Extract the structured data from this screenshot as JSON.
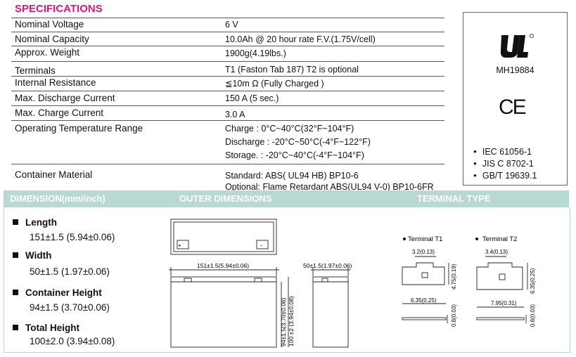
{
  "title": "SPECIFICATIONS",
  "specs": [
    {
      "key": "Nominal Voltage",
      "value": "6 V"
    },
    {
      "key": "Nominal Capacity",
      "value": "10.0Ah @ 20 hour rate F.V.(1.75V/cell)"
    },
    {
      "key": "Approx. Weight",
      "value": "1900g(4.19lbs.)"
    },
    {
      "key": "Terminals",
      "value": "T1 (Faston Tab 187) T2 is optional"
    },
    {
      "key": "Internal Resistance",
      "value": "≦10m Ω  (Fully Charged )"
    },
    {
      "key": "Max. Discharge Current",
      "value": "150 A (5 sec.)"
    },
    {
      "key": "Max. Charge Current",
      "value": "3.0 A"
    }
  ],
  "temperature": {
    "key": "Operating Temperature Range",
    "lines": [
      "Charge : 0°C~40°C(32°F~104°F)",
      "Discharge : -20°C~50°C(-4°F~122°F)",
      "Storage. : -20°C~40°C(-4°F~104°F)"
    ]
  },
  "container": {
    "key": "Container Material",
    "lines": [
      "Standard: ABS( UL94 HB)     BP10-6",
      "Optional: Flame Retardant ABS(UL94 V-0)  BP10-6FR"
    ]
  },
  "cert": {
    "ul_code": "MH19884",
    "ce": "CE",
    "standards": [
      "IEC 61056-1",
      "JIS C 8702-1",
      "GB/T 19639.1"
    ]
  },
  "sections": {
    "dimension": "DIMENSION(mm/inch)",
    "outer": "OUTER DIMENSIONS",
    "terminal": "TERMINAL TYPE"
  },
  "dimensions": [
    {
      "label": "Length",
      "value": "151±1.5   (5.94±0.06)"
    },
    {
      "label": "Width",
      "value": "50±1.5   (1.97±0.06)"
    },
    {
      "label": "Container Height",
      "value": "94±1.5   (3.70±0.06)"
    },
    {
      "label": "Total Height",
      "value": "100±2.0  (3.94±0.08)"
    }
  ],
  "drawing": {
    "length": "151±1.5(5.94±0.06)",
    "width": "50±1.5(1.97±0.06)",
    "height": "94±1.5(3.70±0.06)",
    "total": "100 ±2 (3.94±0.08)",
    "plus": "+",
    "minus": "-"
  },
  "terminals": {
    "t1": {
      "name": "Terminal T1",
      "w": "3.2(0.13)",
      "h": "4.75(0.19)",
      "base": "6.35(0.25)",
      "thick": "0.8(0.03)"
    },
    "t2": {
      "name": "Terminal T2",
      "w": "3.4(0.13)",
      "h": "6.35(0.25)",
      "base": "7.95(0.31)",
      "thick": "0.8(0.03)"
    }
  }
}
